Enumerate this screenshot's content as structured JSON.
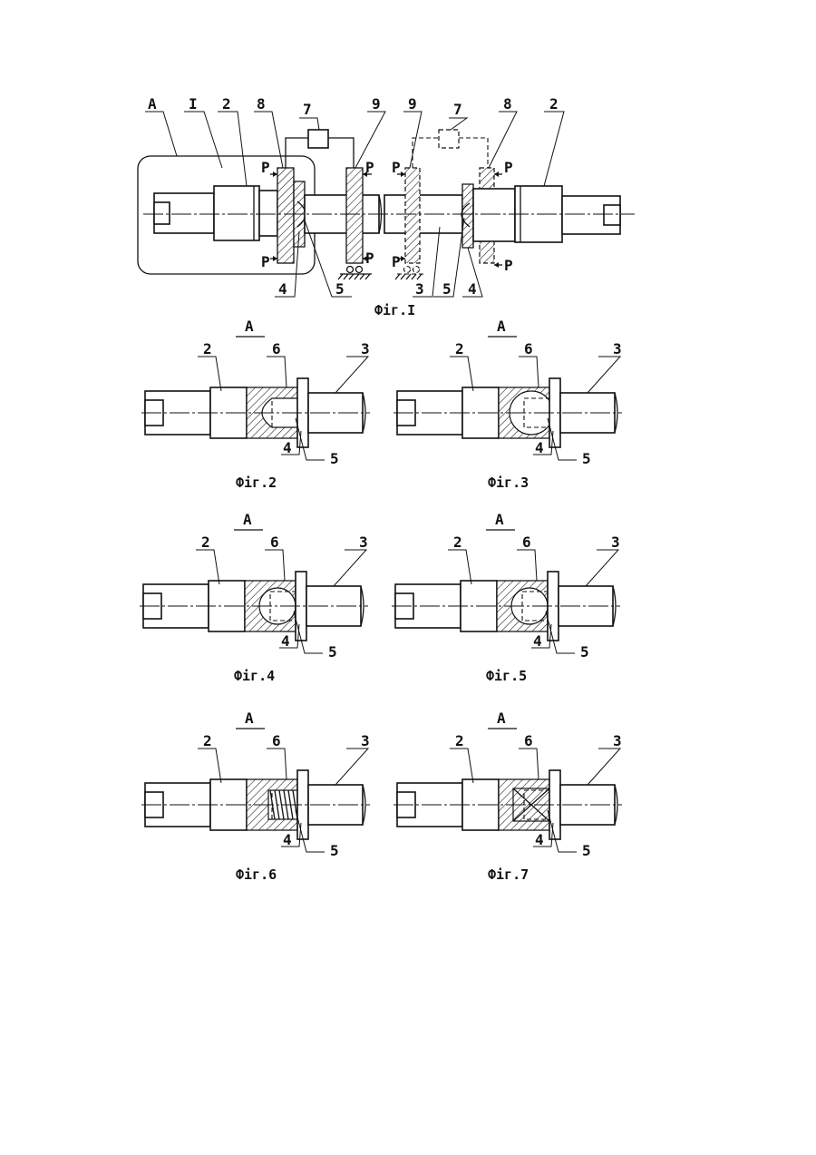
{
  "fig1": {
    "view_marker": "A",
    "labels": {
      "a": "A",
      "one": "I",
      "two_left": "2",
      "eight_left": "8",
      "seven_left": "7",
      "nine_left": "9",
      "nine_right": "9",
      "seven_right": "7",
      "eight_right": "8",
      "two_right": "2",
      "four_left": "4",
      "five_left": "5",
      "three": "3",
      "five_right": "5",
      "four_right": "4"
    },
    "force": "P",
    "caption": "Фіг.I"
  },
  "details": [
    {
      "id": "2",
      "view": "A",
      "caption": "Фіг.2",
      "l2": "2",
      "l6": "6",
      "l3": "3",
      "l4": "4",
      "l5": "5"
    },
    {
      "id": "3",
      "view": "A",
      "caption": "Фіг.3",
      "l2": "2",
      "l6": "6",
      "l3": "3",
      "l4": "4",
      "l5": "5"
    },
    {
      "id": "4",
      "view": "A",
      "caption": "Фіг.4",
      "l2": "2",
      "l6": "6",
      "l3": "3",
      "l4": "4",
      "l5": "5"
    },
    {
      "id": "5",
      "view": "A",
      "caption": "Фіг.5",
      "l2": "2",
      "l6": "6",
      "l3": "3",
      "l4": "4",
      "l5": "5"
    },
    {
      "id": "6",
      "view": "A",
      "caption": "Фіг.6",
      "l2": "2",
      "l6": "6",
      "l3": "3",
      "l4": "4",
      "l5": "5"
    },
    {
      "id": "7",
      "view": "A",
      "caption": "Фіг.7",
      "l2": "2",
      "l6": "6",
      "l3": "3",
      "l4": "4",
      "l5": "5"
    }
  ]
}
